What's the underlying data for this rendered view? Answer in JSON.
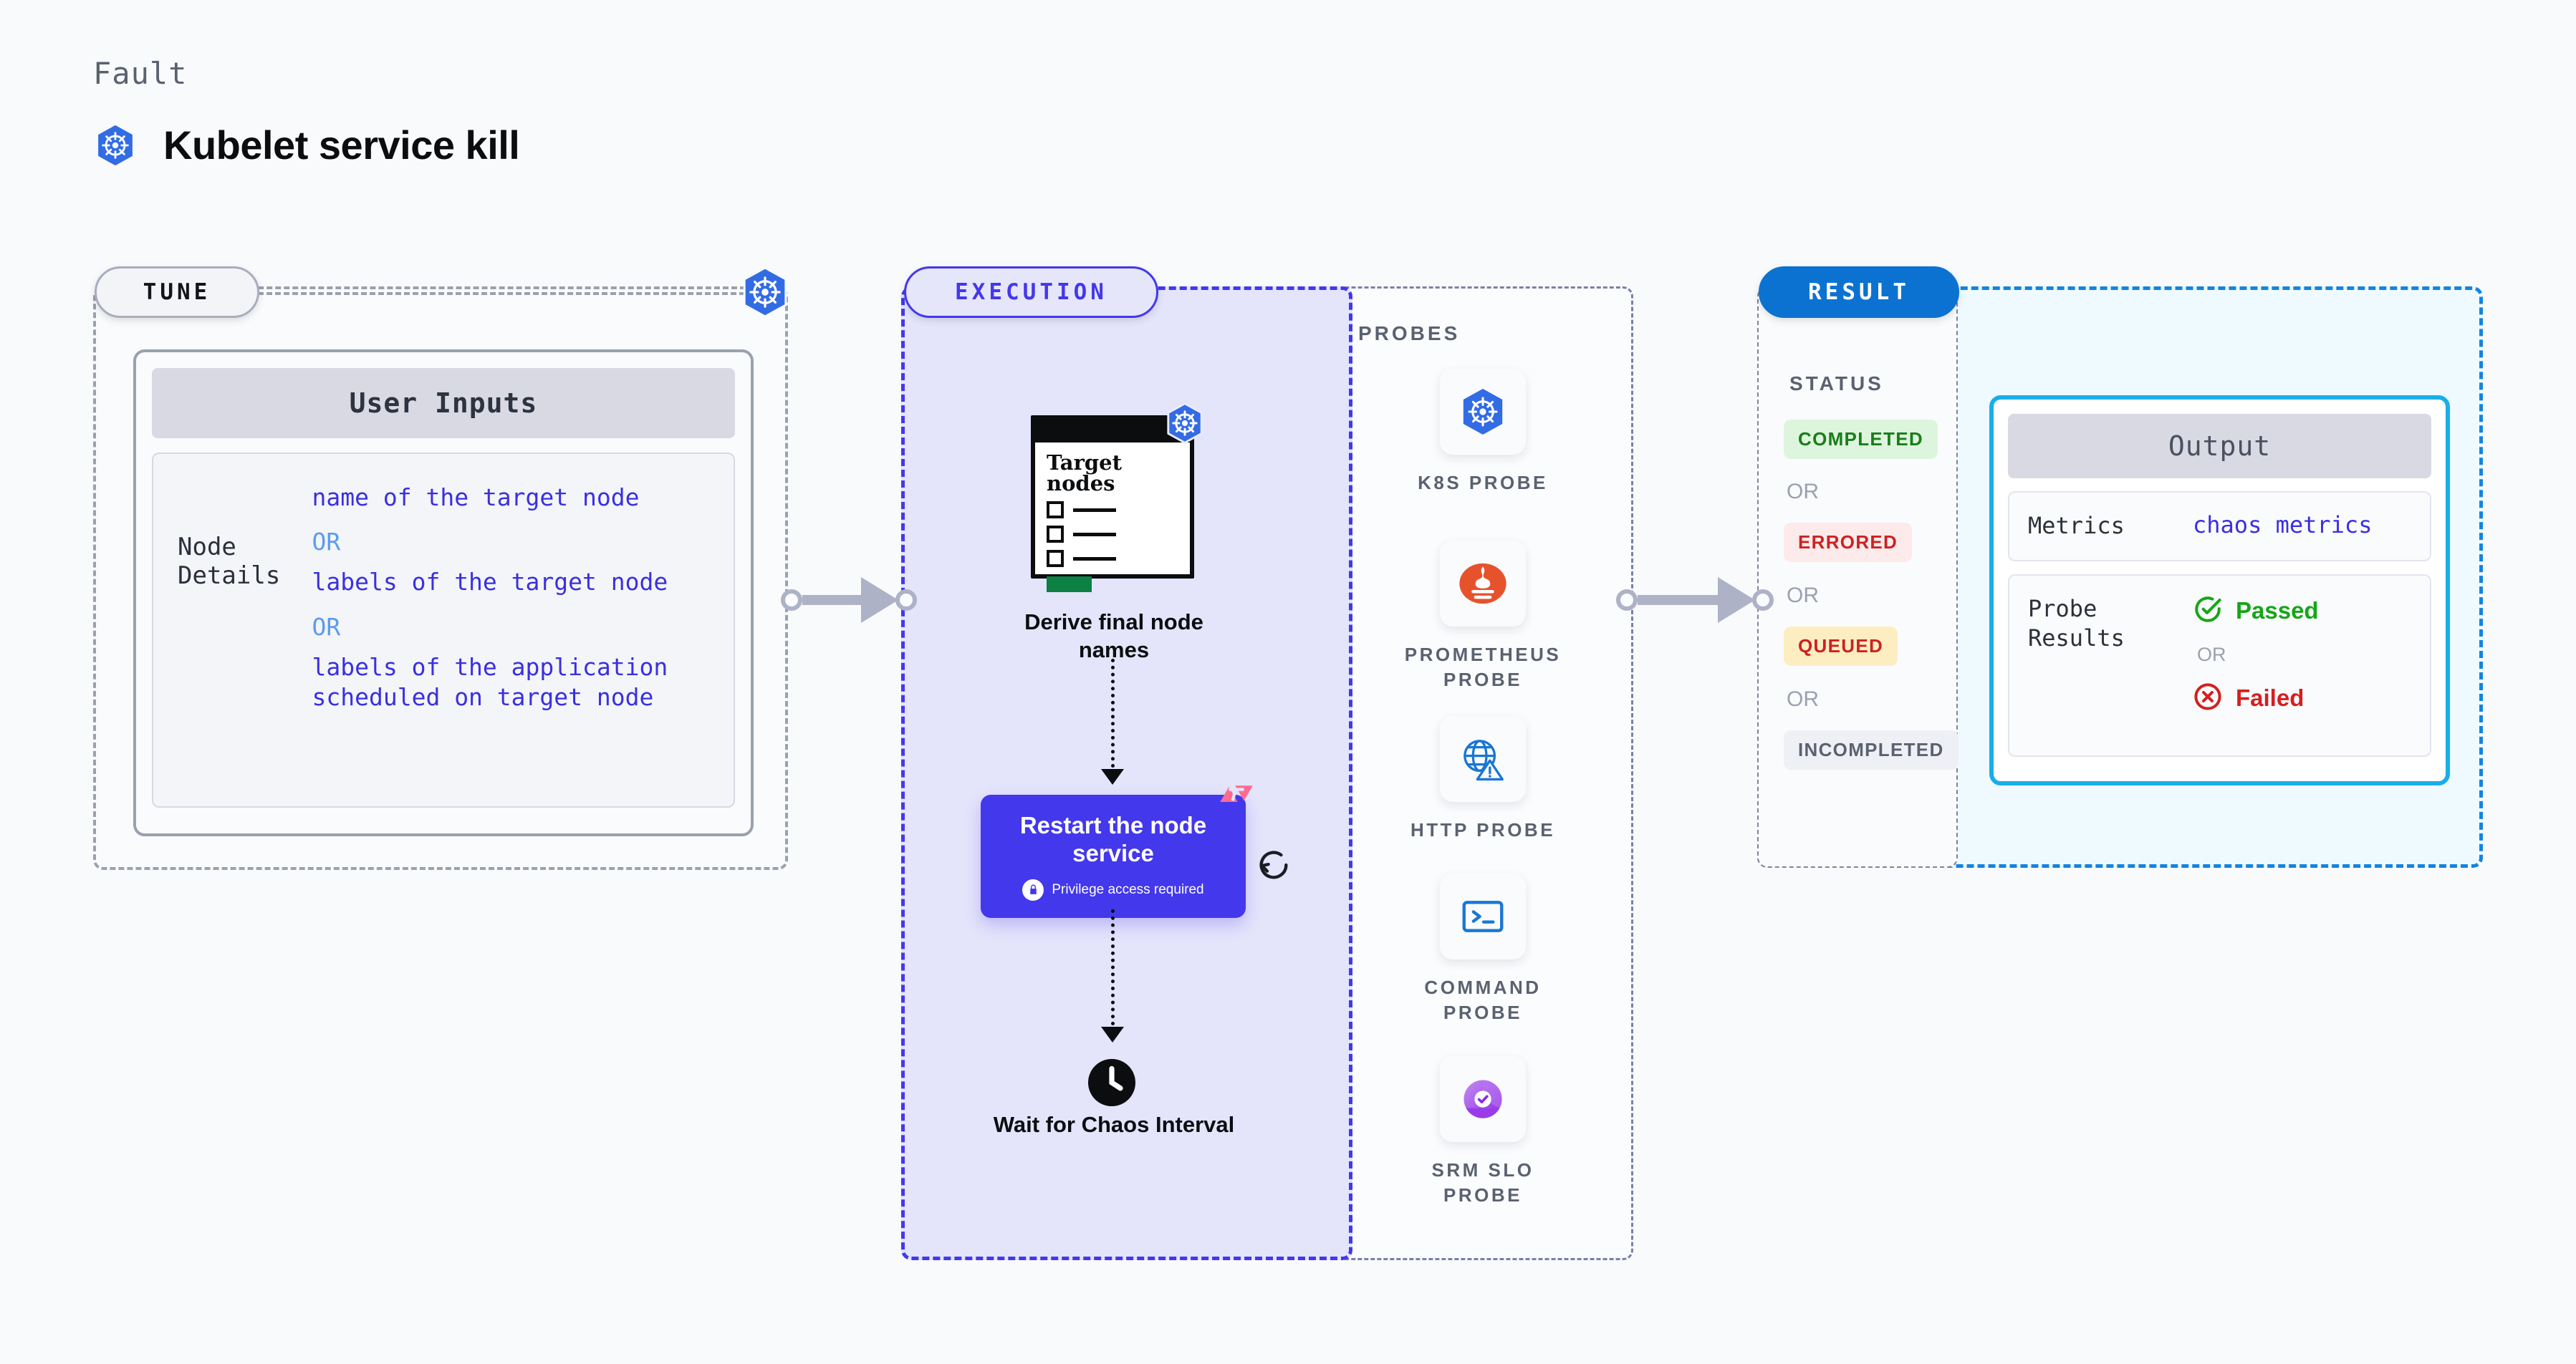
{
  "header": {
    "eyebrow": "Fault",
    "title": "Kubelet service kill",
    "icon": "kubernetes-logo"
  },
  "stages": {
    "tune": {
      "label": "TUNE"
    },
    "execution": {
      "label": "EXECUTION"
    },
    "result": {
      "label": "RESULT"
    }
  },
  "tune": {
    "card_title": "User Inputs",
    "row_label": "Node Details",
    "values": [
      "name of the target node",
      "labels of the target node",
      "labels of the application scheduled on target node"
    ],
    "or_label": "OR",
    "badge_icon": "kubernetes-logo"
  },
  "execution": {
    "steps": [
      {
        "label": "Derive final node names",
        "icon": "target-nodes-checklist-card",
        "card_title": "Target nodes"
      },
      {
        "label": "Restart the node service",
        "sub_label": "Privilege access required",
        "icon": "lock-icon",
        "badge_icon": "litmus-logo",
        "loop_icon": "reload-icon"
      },
      {
        "label": "Wait for Chaos Interval",
        "icon": "clock-icon"
      }
    ]
  },
  "probes": {
    "title": "PROBES",
    "items": [
      {
        "label": "K8S PROBE",
        "icon": "kubernetes-logo"
      },
      {
        "label": "PROMETHEUS PROBE",
        "icon": "prometheus-logo"
      },
      {
        "label": "HTTP PROBE",
        "icon": "globe-warning-icon"
      },
      {
        "label": "COMMAND PROBE",
        "icon": "terminal-icon"
      },
      {
        "label": "SRM SLO PROBE",
        "icon": "slo-gauge-icon"
      }
    ]
  },
  "result": {
    "status_title": "STATUS",
    "or_label": "OR",
    "statuses": [
      {
        "label": "COMPLETED",
        "bg": "#ddf5dd",
        "fg": "#1a7d1a"
      },
      {
        "label": "ERRORED",
        "bg": "#fdeaea",
        "fg": "#cc2222"
      },
      {
        "label": "QUEUED",
        "bg": "#fdeec2",
        "fg": "#cc2222"
      },
      {
        "label": "INCOMPLETED",
        "bg": "#eef0f5",
        "fg": "#5a6270"
      }
    ],
    "output": {
      "title": "Output",
      "metrics_key": "Metrics",
      "metrics_value": "chaos metrics",
      "probe_key": "Probe Results",
      "passed_label": "Passed",
      "failed_label": "Failed",
      "or_label": "OR"
    }
  },
  "colors": {
    "accent_purple": "#4338ec",
    "accent_blue": "#0b72d1",
    "accent_cyan": "#19aee8",
    "k8s_blue": "#326ce5",
    "litmus_pink": "#ff6a8e",
    "prometheus_orange": "#e6522c",
    "pass_green": "#16a616",
    "fail_red": "#d32020"
  }
}
